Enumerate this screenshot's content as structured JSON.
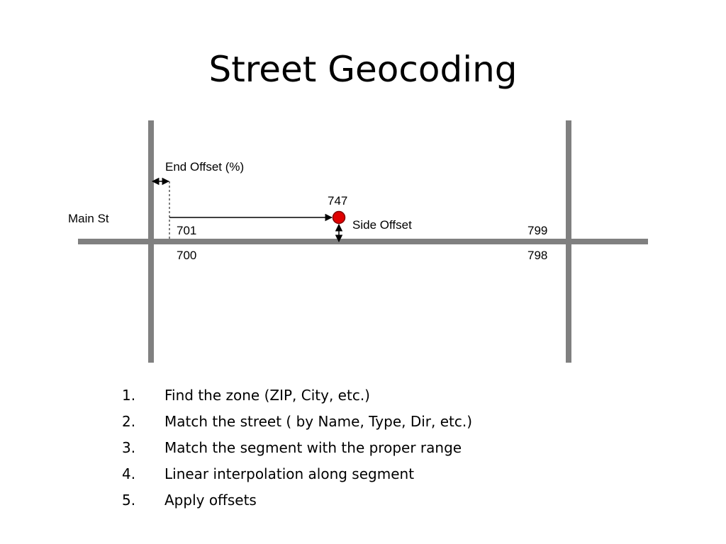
{
  "slide": {
    "title": "Street Geocoding"
  },
  "diagram": {
    "street_name": "Main St",
    "end_offset_label": "End Offset (%)",
    "side_offset_label": "Side Offset",
    "point_address": "747",
    "left_range": {
      "odd_start": "701",
      "even_start": "700"
    },
    "right_range": {
      "odd_end": "799",
      "even_end": "798"
    },
    "colors": {
      "street": "#808080",
      "point_fill": "#e00000",
      "point_stroke": "#800000"
    }
  },
  "steps": [
    {
      "number": "1.",
      "text": "Find the zone (ZIP, City, etc.)"
    },
    {
      "number": "2.",
      "text": "Match the street ( by Name, Type, Dir, etc.)"
    },
    {
      "number": "3.",
      "text": "Match the segment with the proper range"
    },
    {
      "number": "4.",
      "text": "Linear interpolation along segment"
    },
    {
      "number": "5.",
      "text": "Apply offsets"
    }
  ]
}
